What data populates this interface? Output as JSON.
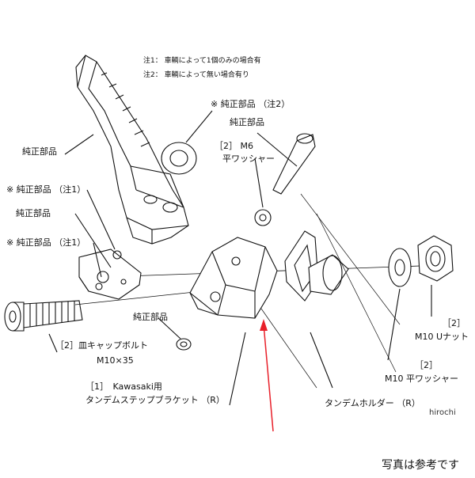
{
  "notes": {
    "note1": "注1： 車輌によって1個のみの場合有",
    "note2": "注2： 車輌によって無い場合有り"
  },
  "labels": {
    "genuine_top": "※ 純正部品 （注2）",
    "genuine_pin": "純正部品",
    "genuine_step": "純正部品",
    "genuine_a": "※ 純正部品 （注1）",
    "genuine_b": "純正部品",
    "genuine_c": "※ 純正部品 （注1）",
    "genuine_bottom": "純正部品",
    "washer_m6_title": "［2］ M6",
    "washer_m6_name": "平ワッシャー",
    "bolt_title": "［2］皿キャップボルト",
    "bolt_size": "M10×35",
    "bracket_line1": "［1］　Kawasaki用",
    "bracket_line2": "タンデムステップブラケット （R）",
    "holder": "タンデムホルダー （R）",
    "nut_qty": "［2］",
    "nut_name": "M10 Uナット",
    "washer_m10_qty": "［2］",
    "washer_m10_name": "M10 平ワッシャー"
  },
  "watermark": "hirochi",
  "photo_note": "写真は参考です",
  "colors": {
    "line": "#111111",
    "pointer_arrow": "#e8202a"
  }
}
